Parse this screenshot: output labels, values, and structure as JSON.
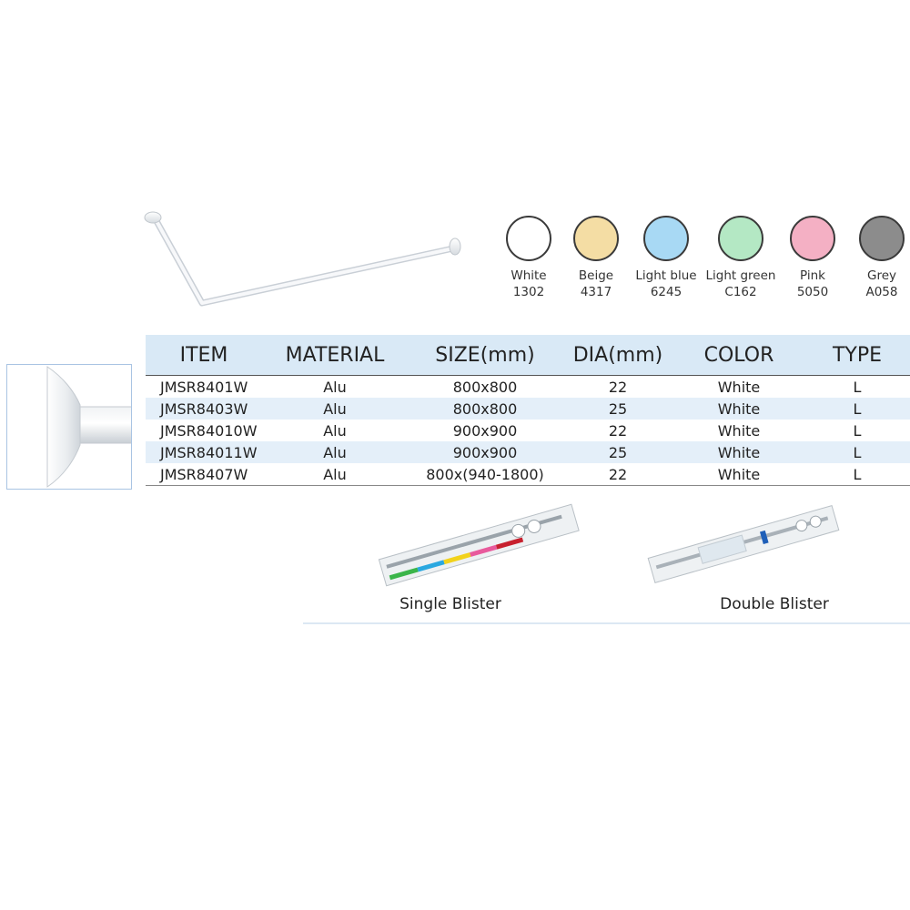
{
  "swatches": [
    {
      "name": "White",
      "code": "1302",
      "color": "#ffffff"
    },
    {
      "name": "Beige",
      "code": "4317",
      "color": "#f4dda4"
    },
    {
      "name": "Light blue",
      "code": "6245",
      "color": "#a8d9f4"
    },
    {
      "name": "Light green",
      "code": "C162",
      "color": "#b4e8c4"
    },
    {
      "name": "Pink",
      "code": "5050",
      "color": "#f4b0c4"
    },
    {
      "name": "Grey",
      "code": "A058",
      "color": "#8c8c8c"
    }
  ],
  "table": {
    "headers": [
      "ITEM",
      "MATERIAL",
      "SIZE(mm)",
      "DIA(mm)",
      "COLOR",
      "TYPE"
    ],
    "rows": [
      [
        "JMSR8401W",
        "Alu",
        "800x800",
        "22",
        "White",
        "L"
      ],
      [
        "JMSR8403W",
        "Alu",
        "800x800",
        "25",
        "White",
        "L"
      ],
      [
        "JMSR84010W",
        "Alu",
        "900x900",
        "22",
        "White",
        "L"
      ],
      [
        "JMSR84011W",
        "Alu",
        "900x900",
        "25",
        "White",
        "L"
      ],
      [
        "JMSR8407W",
        "Alu",
        "800x(940-1800)",
        "22",
        "White",
        "L"
      ]
    ]
  },
  "packaging": {
    "single_label": "Single Blister",
    "double_label": "Double Blister"
  }
}
